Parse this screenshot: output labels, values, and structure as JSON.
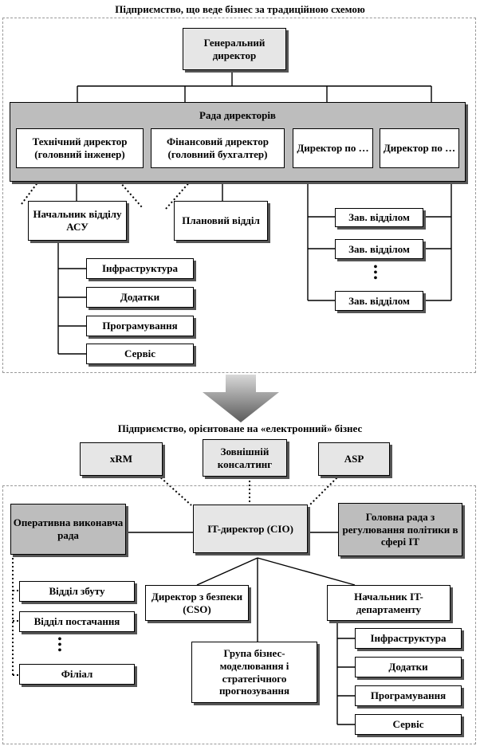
{
  "top": {
    "title": "Підприємство, що веде бізнес за традиційною схемою",
    "general_director": "Генеральний директор",
    "board": "Рада директорів",
    "tech_director": "Технічний директор (головний інженер)",
    "fin_director": "Фінансовий директор (головний бухгалтер)",
    "director_1": "Директор по …",
    "director_2": "Директор по …",
    "asu_head": "Начальник відділу АСУ",
    "planning": "Плановий відділ",
    "heads": [
      "Зав. відділом",
      "Зав. відділом",
      "Зав. відділом"
    ],
    "vertical_dots": "•\n•\n•",
    "asu_units": [
      "Інфраструктура",
      "Додатки",
      "Програмування",
      "Сервіс"
    ]
  },
  "bottom": {
    "title": "Підприємство, орієнтоване на «електронний» бізнес",
    "xrm": "xRM",
    "consulting": "Зовнішній консалтинг",
    "asp": "ASP",
    "ops_board": "Оперативна виконавча рада",
    "cio": "IT-директор (CIO)",
    "policy_board": "Головна рада з регулювання політики в сфері IT",
    "security": "Директор з безпеки (CSO)",
    "modeling": "Група бізнес-моделювання і стратегічного прогнозування",
    "it_head": "Начальник IT-департаменту",
    "departments": [
      "Відділ збуту",
      "Відділ постачання",
      "Філіал"
    ],
    "vertical_dots": "•\n•\n•",
    "it_units": [
      "Інфраструктура",
      "Додатки",
      "Програмування",
      "Сервіс"
    ]
  },
  "colors": {
    "box_light": "#e6e6e6",
    "box_dark": "#bdbdbd",
    "frame": "#999999"
  }
}
